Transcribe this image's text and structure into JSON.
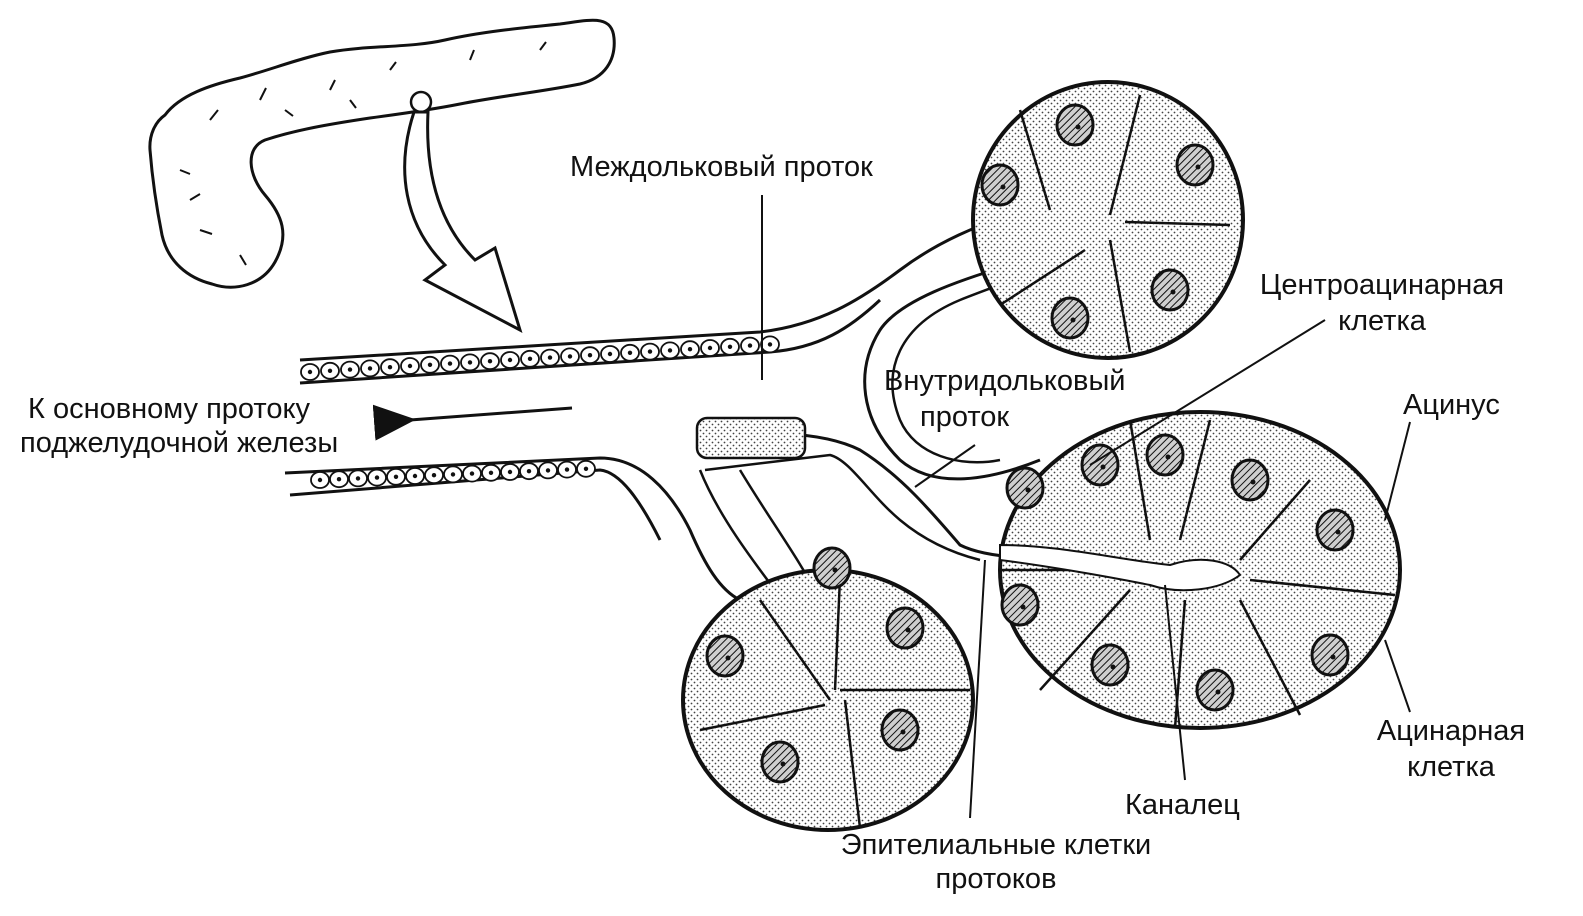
{
  "labels": {
    "interlobular_duct": "Междольковый проток",
    "to_main_duct_line1": "К основному протоку",
    "to_main_duct_line2": "поджелудочной железы",
    "centroacinar_line1": "Центроацинарная",
    "centroacinar_line2": "клетка",
    "intralobular_line1": "Внутридольковый",
    "intralobular_line2": "проток",
    "acinus": "Ацинус",
    "acinar_cell_line1": "Ацинарная",
    "acinar_cell_line2": "клетка",
    "canaliculus": "Каналец",
    "duct_epithelium_line1": "Эпителиальные клетки",
    "duct_epithelium_line2": "протоков"
  },
  "colors": {
    "ink": "#111111",
    "cell_fill": "#d9d9d9",
    "nucleus_fill": "#6a6a6a",
    "background": "#ffffff"
  }
}
